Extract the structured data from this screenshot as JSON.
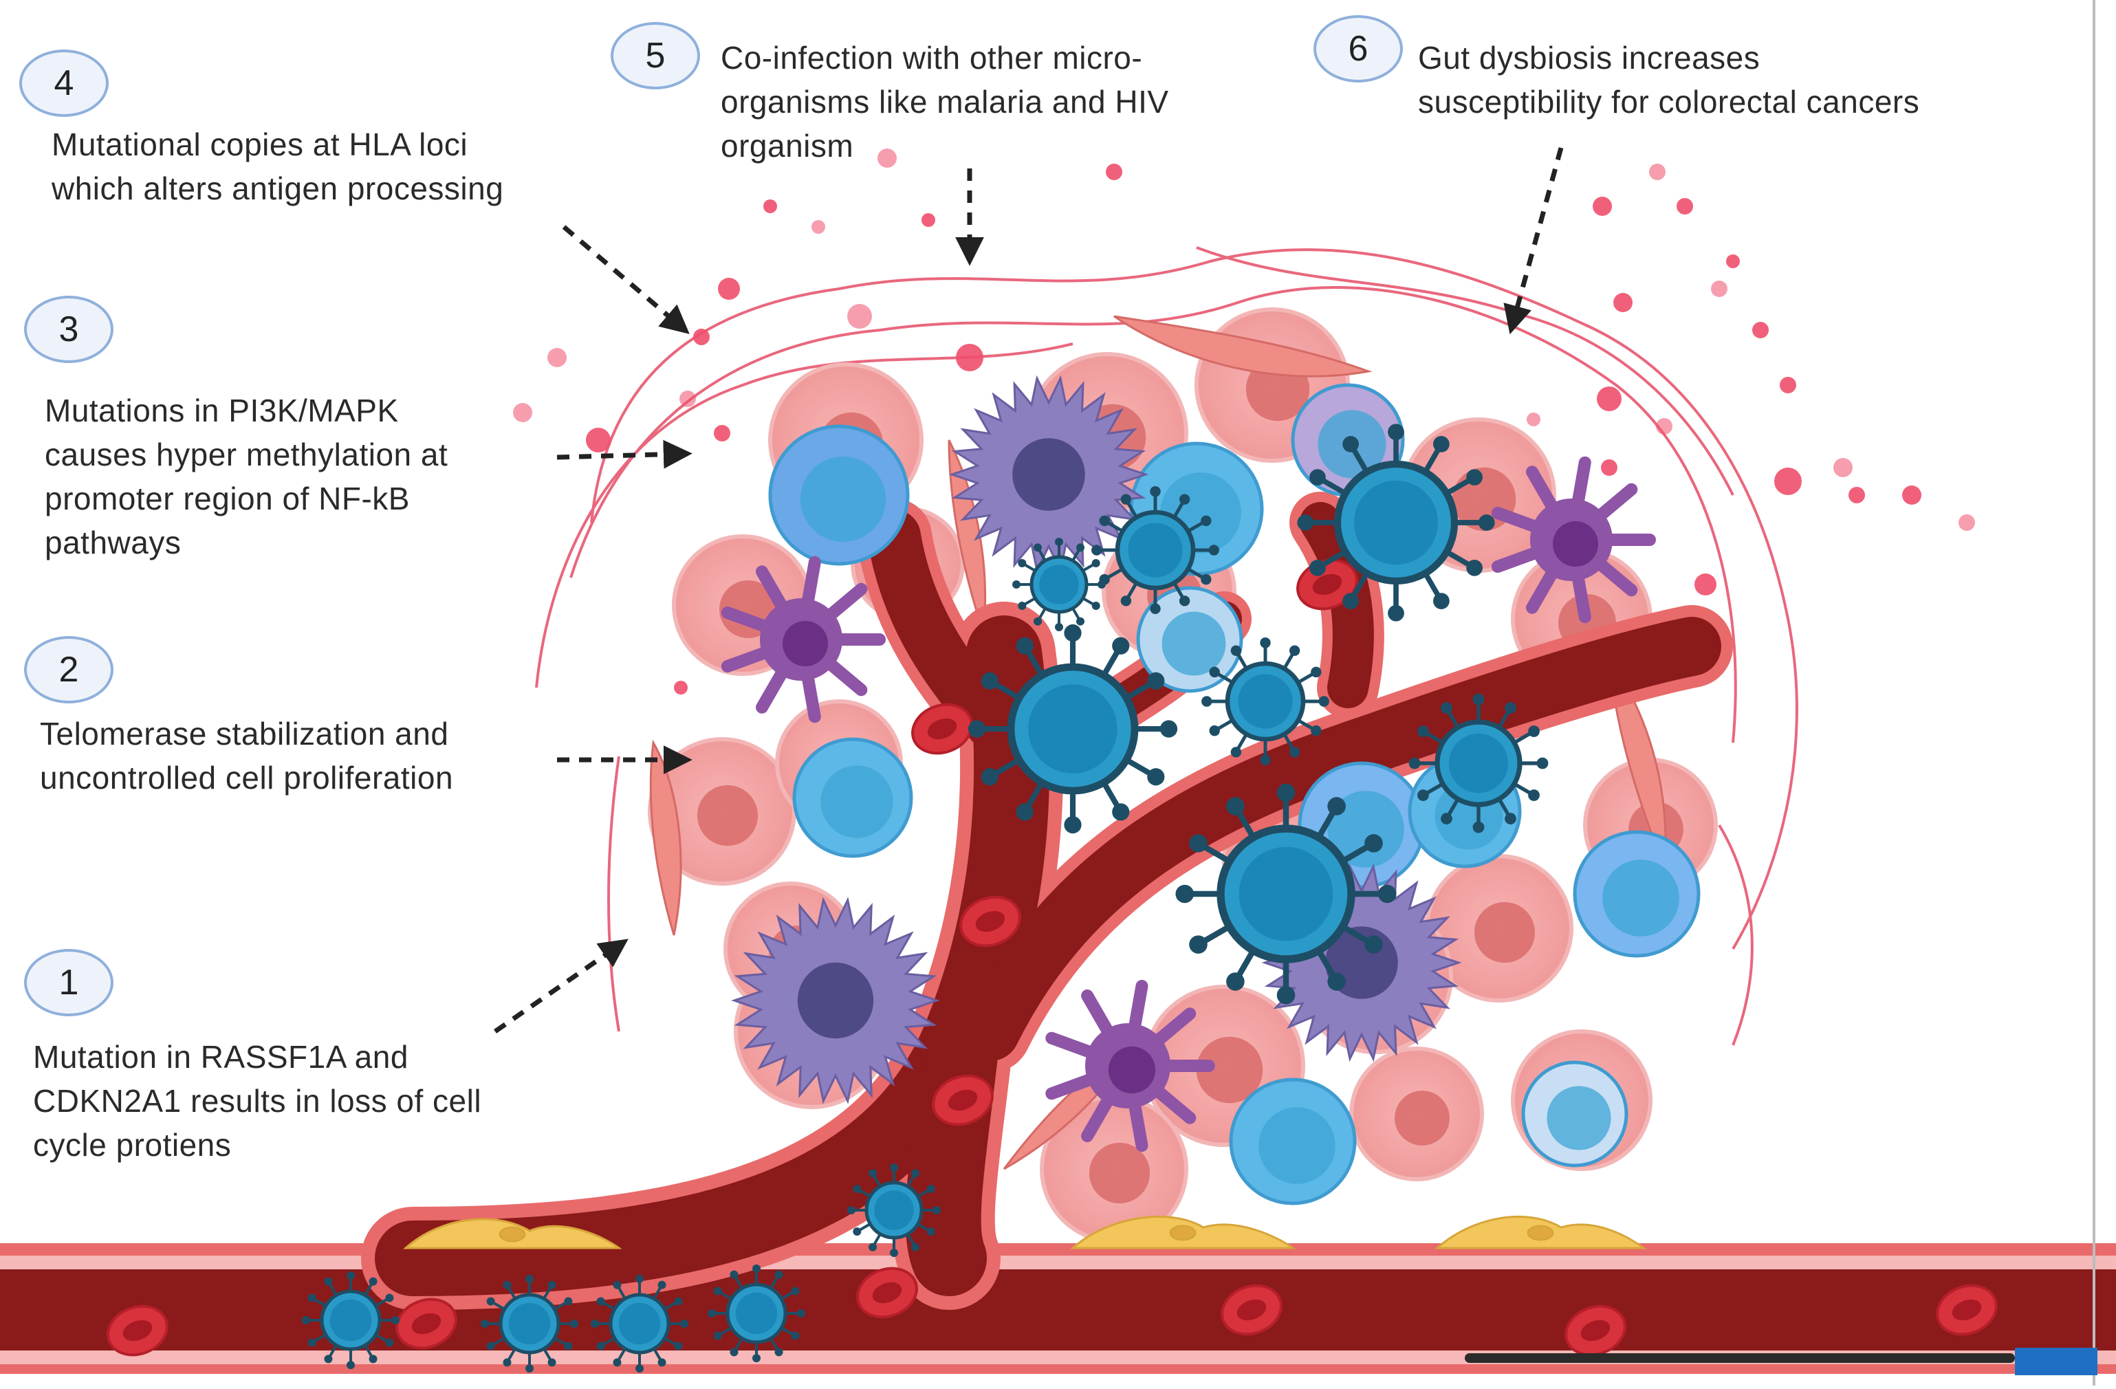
{
  "annotations": [
    {
      "id": "1",
      "text": "Mutation in RASSF1A and\nCDKN2A1  results in loss of cell\ncycle protiens"
    },
    {
      "id": "2",
      "text": "Telomerase stabilization and\nuncontrolled cell proliferation"
    },
    {
      "id": "3",
      "text": "Mutations in PI3K/MAPK\ncauses hyper methylation at\npromoter region of NF-kB\npathways"
    },
    {
      "id": "4",
      "text": "Mutational copies at HLA loci\nwhich alters antigen processing"
    },
    {
      "id": "5",
      "text": "Co-infection with other micro-\norganisms like malaria and HIV\norganism"
    },
    {
      "id": "6",
      "text": "Gut dysbiosis  increases\nsusceptibility for colorectal cancers"
    }
  ],
  "colors": {
    "vessel_dark": "#8b1a1a",
    "vessel_wall": "#e86a6a",
    "vessel_light": "#f6b8b8",
    "rbc": "#d8323c",
    "tumor_cell": "#f2a0a0",
    "tumor_nucleus": "#d96b6b",
    "virus": "#1b87b8",
    "virus_ring": "#1e4e66",
    "lymphocyte": "#6ec0ea",
    "dendritic_cell": "#8e54a5",
    "macrophage": "#7b72b0",
    "fibroblast": "#ef8c86",
    "adipocyte": "#f2c65a",
    "dots": "#ef4f6b",
    "badge_fill": "#eef3fb",
    "badge_stroke": "#8fb0dc",
    "arrow": "#222222"
  },
  "icons": [
    "tumor-cell-icon",
    "virus-icon",
    "lymphocyte-icon",
    "dendritic-cell-icon",
    "macrophage-icon",
    "red-blood-cell-icon",
    "fibroblast-icon",
    "adipocyte-icon"
  ]
}
